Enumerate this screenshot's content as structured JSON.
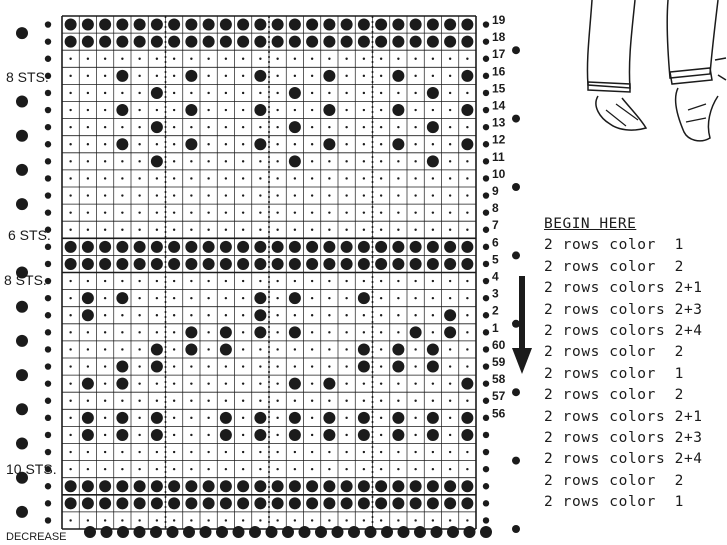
{
  "stitch_labels": {
    "top": "8 STS.",
    "middle_a": "6 STS.",
    "middle_b": "8 STS.",
    "bottom": "10 STS.",
    "decrease": "DECREASE"
  },
  "row_numbers": [
    "19",
    "18",
    "17",
    "16",
    "15",
    "14",
    "13",
    "12",
    "11",
    "10",
    "9",
    "8",
    "7",
    "6",
    "5",
    "4",
    "3",
    "2",
    "1",
    "60",
    "59",
    "58",
    "57",
    "56"
  ],
  "legend": {
    "title": "BEGIN HERE",
    "rows": [
      {
        "count": "2 rows",
        "kind": "color",
        "value": "1"
      },
      {
        "count": "2 rows",
        "kind": "color",
        "value": "2"
      },
      {
        "count": "2 rows",
        "kind": "colors",
        "value": "2+1"
      },
      {
        "count": "2 rows",
        "kind": "colors",
        "value": "2+3"
      },
      {
        "count": "2 rows",
        "kind": "colors",
        "value": "2+4"
      },
      {
        "count": "2 rows",
        "kind": "color",
        "value": "2"
      },
      {
        "count": "2 rows",
        "kind": "color",
        "value": "1"
      },
      {
        "count": "2 rows",
        "kind": "color",
        "value": "2"
      },
      {
        "count": "2 rows",
        "kind": "colors",
        "value": "2+1"
      },
      {
        "count": "2 rows",
        "kind": "colors",
        "value": "2+3"
      },
      {
        "count": "2 rows",
        "kind": "colors",
        "value": "2+4"
      },
      {
        "count": "2 rows",
        "kind": "color",
        "value": "2"
      },
      {
        "count": "2 rows",
        "kind": "color",
        "value": "1"
      }
    ]
  },
  "colors": {
    "ink": "#1b1b1b",
    "paper": "#ffffff"
  }
}
